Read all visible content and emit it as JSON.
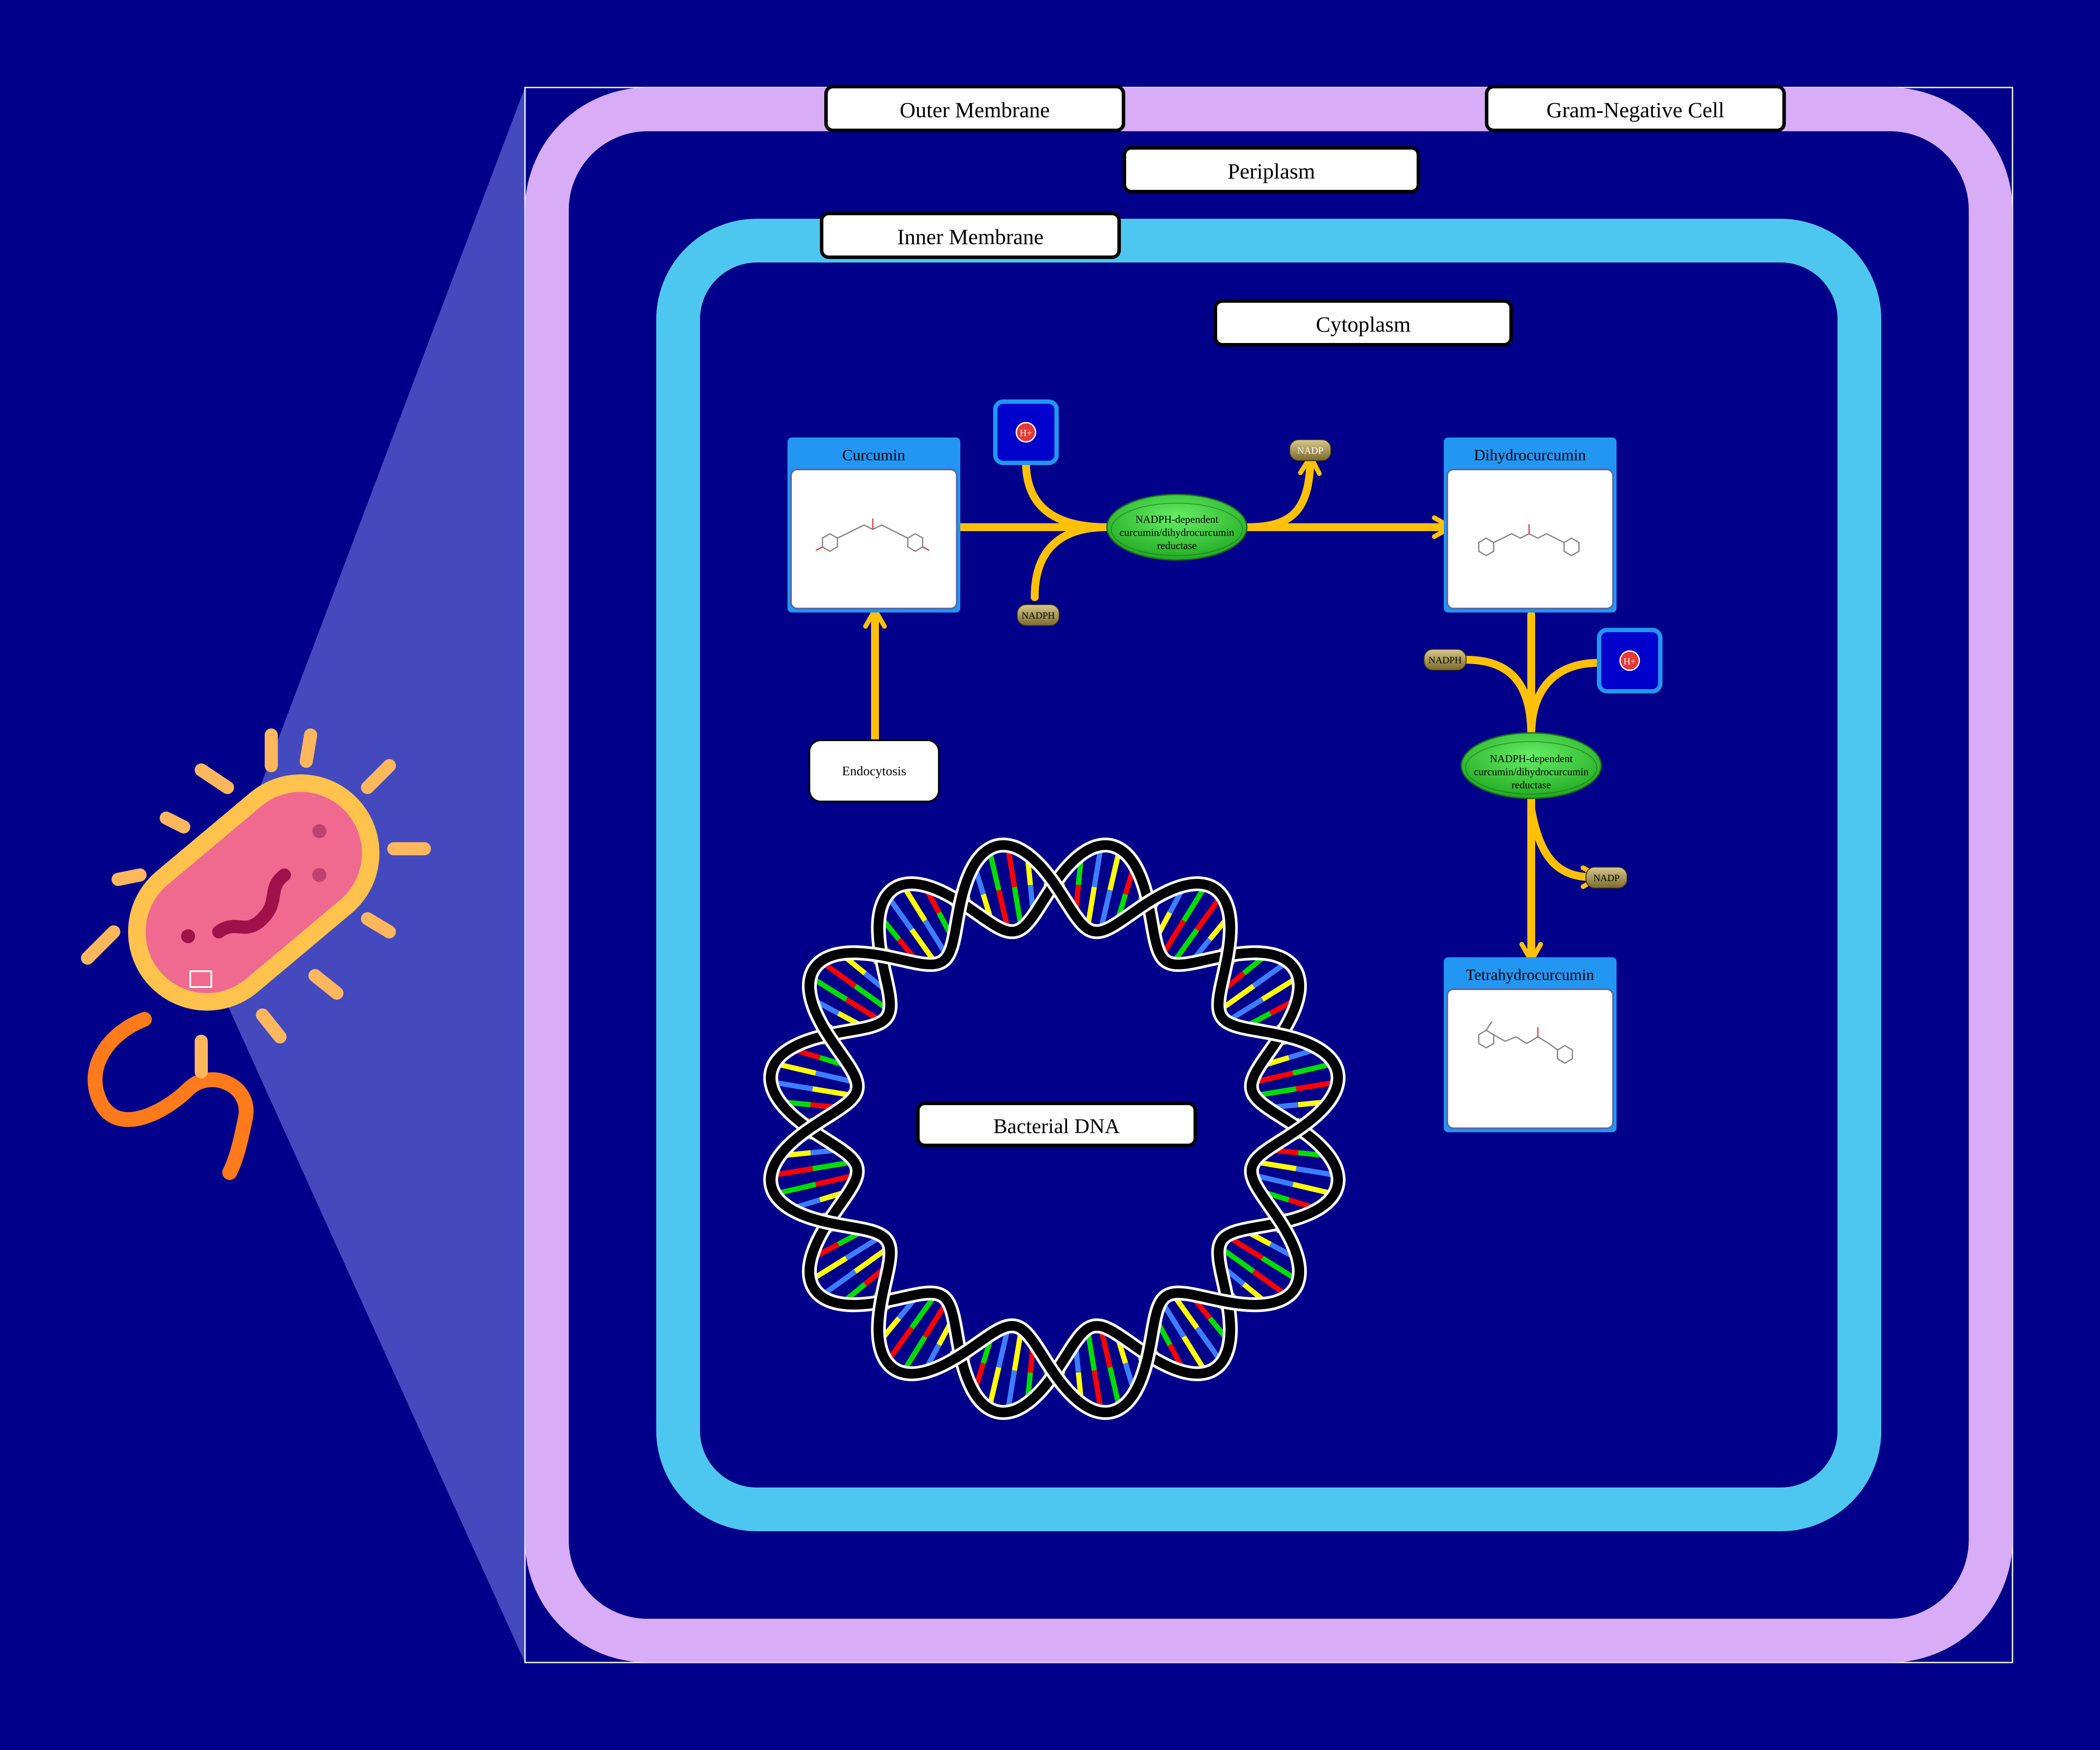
{
  "colors": {
    "background": "#00008b",
    "outer_membrane": "#d8acf7",
    "inner_membrane": "#4ec7f0",
    "arrow": "#ffc107",
    "enzyme": "#33cc33",
    "compound_header": "#2196f3",
    "cofactor": "#9e8c4a",
    "dna_backbone": "#000000",
    "base_colors": [
      "#ff0000",
      "#00dd00",
      "#3d7dff",
      "#ffff00"
    ]
  },
  "labels": {
    "outer_membrane": "Outer Membrane",
    "gram_negative": "Gram-Negative Cell",
    "periplasm": "Periplasm",
    "inner_membrane": "Inner Membrane",
    "cytoplasm": "Cytoplasm",
    "bacterial_dna": "Bacterial DNA",
    "endocytosis": "Endocytosis"
  },
  "compounds": {
    "curcumin": "Curcumin",
    "dihydrocurcumin": "Dihydrocurcumin",
    "tetrahydrocurcumin": "Tetrahydrocurcumin"
  },
  "enzymes": {
    "enzyme1": [
      "NADPH-dependent",
      "curcumin/dihydrocurcumin",
      "reductase"
    ],
    "enzyme2": [
      "NADPH-dependent",
      "curcumin/dihydrocurcumin",
      "reductase"
    ]
  },
  "cofactors": {
    "nadph_1": "NADPH",
    "nadp_1": "NADP",
    "nadph_2": "NADPH",
    "nadp_2": "NADP"
  },
  "icons": {
    "hydrogen_1": "H+ icon",
    "hydrogen_2": "H+ icon",
    "bacterium": "bacterium-icon"
  }
}
